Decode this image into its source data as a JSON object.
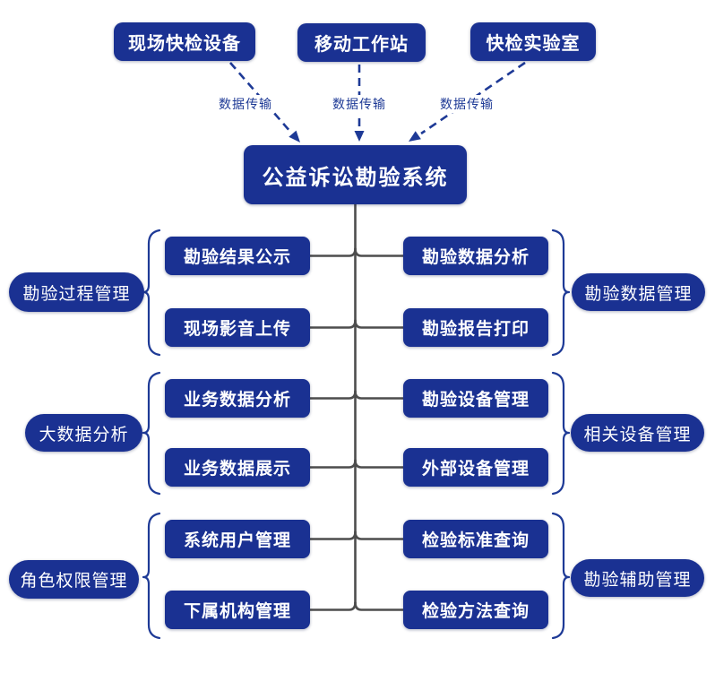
{
  "sources": [
    {
      "label": "现场快检设备"
    },
    {
      "label": "移动工作站"
    },
    {
      "label": "快检实验室"
    }
  ],
  "edge_labels": [
    "数据传输",
    "数据传输",
    "数据传输"
  ],
  "center": {
    "label": "公益诉讼勘验系统"
  },
  "branches": {
    "left": [
      {
        "pill": "勘验过程管理",
        "items": [
          "勘验结果公示",
          "现场影音上传"
        ]
      },
      {
        "pill": "大数据分析",
        "items": [
          "业务数据分析",
          "业务数据展示"
        ]
      },
      {
        "pill": "角色权限管理",
        "items": [
          "系统用户管理",
          "下属机构管理"
        ]
      }
    ],
    "right": [
      {
        "pill": "勘验数据管理",
        "items": [
          "勘验数据分析",
          "勘验报告打印"
        ]
      },
      {
        "pill": "相关设备管理",
        "items": [
          "勘验设备管理",
          "外部设备管理"
        ]
      },
      {
        "pill": "勘验辅助管理",
        "items": [
          "检验标准查询",
          "检验方法查询"
        ]
      }
    ]
  },
  "colors": {
    "node_fill": "#1a3192",
    "edge_blue": "#1e3a96",
    "connector_gray": "#4d4d4d",
    "node_text": "#ffffff",
    "background": "#ffffff"
  }
}
